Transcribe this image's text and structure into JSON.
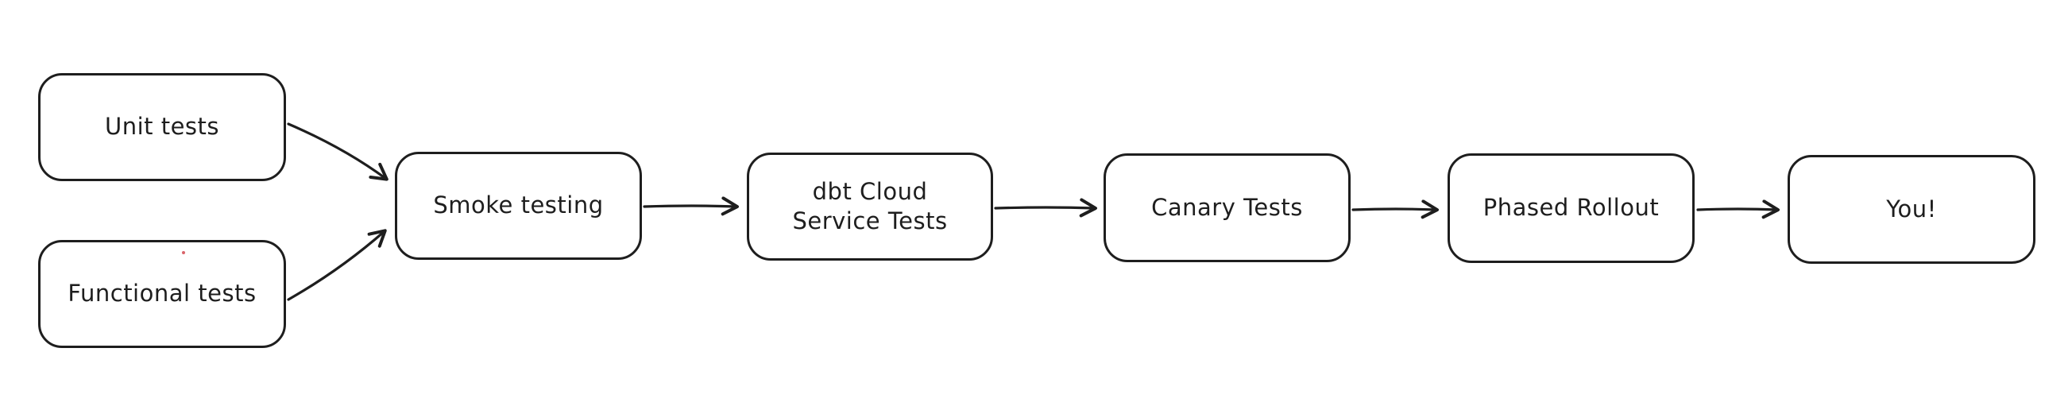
{
  "diagram": {
    "description": "Hand-drawn style flowchart of a testing and rollout pipeline",
    "colors": {
      "stroke": "#1e1e1e",
      "node_fill": "#ffffff",
      "background": "#ffffff",
      "stray_dot": "#d9646a"
    },
    "nodes": [
      {
        "id": "unit-tests",
        "label": "Unit tests"
      },
      {
        "id": "functional-tests",
        "label": "Functional tests"
      },
      {
        "id": "smoke-testing",
        "label": "Smoke testing"
      },
      {
        "id": "dbt-cloud-service-tests",
        "label": "dbt Cloud\nService Tests"
      },
      {
        "id": "canary-tests",
        "label": "Canary Tests"
      },
      {
        "id": "phased-rollout",
        "label": "Phased Rollout"
      },
      {
        "id": "you",
        "label": "You!"
      }
    ],
    "edges": [
      {
        "from": "unit-tests",
        "to": "smoke-testing"
      },
      {
        "from": "functional-tests",
        "to": "smoke-testing"
      },
      {
        "from": "smoke-testing",
        "to": "dbt-cloud-service-tests"
      },
      {
        "from": "dbt-cloud-service-tests",
        "to": "canary-tests"
      },
      {
        "from": "canary-tests",
        "to": "phased-rollout"
      },
      {
        "from": "phased-rollout",
        "to": "you"
      }
    ]
  }
}
